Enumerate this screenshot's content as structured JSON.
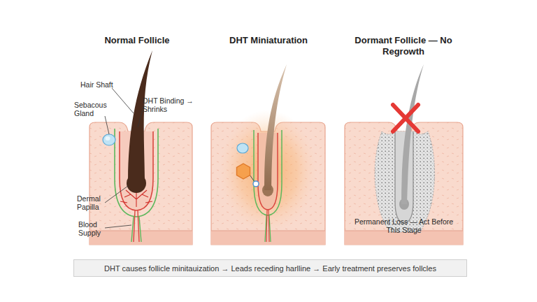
{
  "diagram": {
    "nodes": [
      {
        "text": [
          "Normal Follicle"
        ]
      },
      {
        "text": [
          "DHT Miniaturation"
        ]
      },
      {
        "text": [
          "Dormant Follicle — No Regrowth"
        ]
      },
      {
        "text": [
          "DHT causes follicle minitauization → Leads receding harlline → Early treatment preserves follcles"
        ]
      }
    ],
    "labels": [
      "Hair Shaft",
      "DHT Binding → Shrinks",
      "Sebacous Gland",
      "Dermal Papilla",
      "Blood Supply",
      "Permanent Loss — Act Before This Stage"
    ]
  }
}
